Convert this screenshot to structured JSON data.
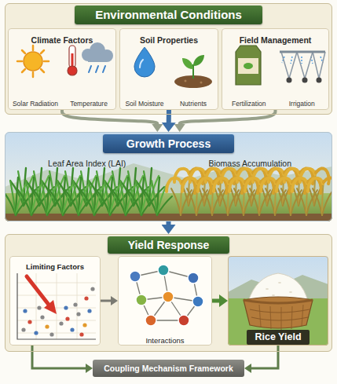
{
  "diagram": {
    "nodes": [
      {
        "text": [
          "Environmental Conditions"
        ]
      },
      {
        "text": [
          "Climate Factors",
          "Solar Radiation",
          "Temperature"
        ],
        "in": 0
      },
      {
        "text": [
          "Soil Properties",
          "Soil Moisture",
          "Nutrients"
        ],
        "in": 0
      },
      {
        "text": [
          "Field Management",
          "Fertilization",
          "Irrigation"
        ],
        "in": 0
      },
      {
        "text": [
          "Growth Process",
          "Leaf Area Index (LAI)",
          "Biomass Accumulation"
        ]
      },
      {
        "text": [
          "Yield Response"
        ]
      },
      {
        "text": [
          "Limiting Factors"
        ],
        "in": 5
      },
      {
        "text": [
          "Interactions"
        ],
        "in": 5
      },
      {
        "text": [
          "Rice Yield"
        ],
        "in": 5
      },
      {
        "text": [
          "Coupling Mechanism Framework"
        ]
      }
    ],
    "edges": [
      {
        "from": 1,
        "to": 4,
        "arrow": "to"
      },
      {
        "from": 2,
        "to": 4,
        "arrow": "to"
      },
      {
        "from": 3,
        "to": 4,
        "arrow": "to"
      },
      {
        "from": 4,
        "to": 5,
        "arrow": "to"
      },
      {
        "from": 6,
        "to": 7,
        "arrow": "to"
      },
      {
        "from": 7,
        "to": 8,
        "arrow": "to"
      },
      {
        "from": 6,
        "to": 9,
        "arrow": "to"
      },
      {
        "from": 8,
        "to": 9,
        "arrow": "to"
      }
    ]
  }
}
